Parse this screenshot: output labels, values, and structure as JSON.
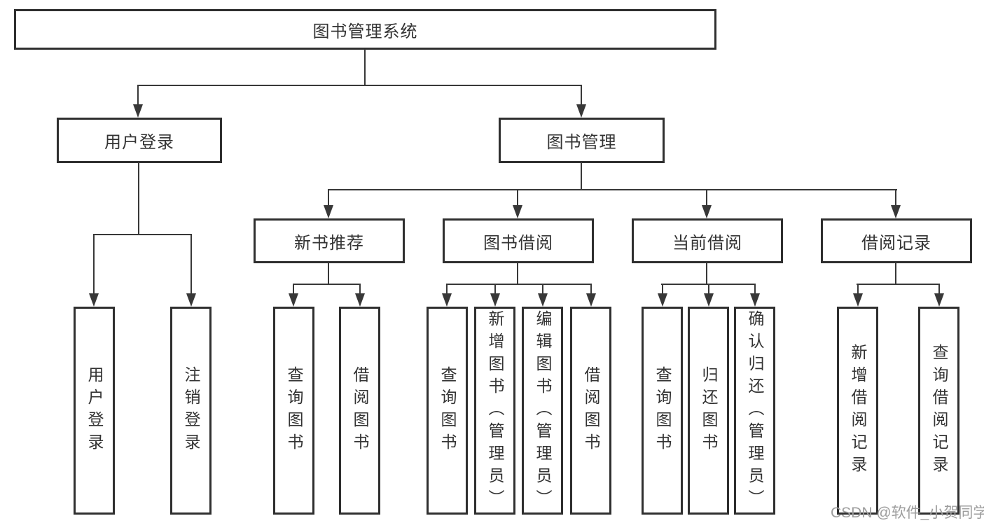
{
  "diagram": {
    "type": "org-tree",
    "root": {
      "label": "图书管理系统"
    },
    "level2": [
      {
        "label": "用户登录"
      },
      {
        "label": "图书管理"
      }
    ],
    "level3": [
      {
        "label": "新书推荐",
        "parent": "图书管理"
      },
      {
        "label": "图书借阅",
        "parent": "图书管理"
      },
      {
        "label": "当前借阅",
        "parent": "图书管理"
      },
      {
        "label": "借阅记录",
        "parent": "图书管理"
      }
    ],
    "leaves": [
      {
        "label": "用户登录",
        "parent": "用户登录"
      },
      {
        "label": "注销登录",
        "parent": "用户登录"
      },
      {
        "label": "查询图书",
        "parent": "新书推荐"
      },
      {
        "label": "借阅图书",
        "parent": "新书推荐"
      },
      {
        "label": "查询图书",
        "parent": "图书借阅"
      },
      {
        "label": "新增图书（管理员）",
        "parent": "图书借阅"
      },
      {
        "label": "编辑图书（管理员）",
        "parent": "图书借阅"
      },
      {
        "label": "借阅图书",
        "parent": "图书借阅"
      },
      {
        "label": "查询图书",
        "parent": "当前借阅"
      },
      {
        "label": "归还图书",
        "parent": "当前借阅"
      },
      {
        "label": "确认归还（管理员）",
        "parent": "当前借阅"
      },
      {
        "label": "新增借阅记录",
        "parent": "借阅记录"
      },
      {
        "label": "查询借阅记录",
        "parent": "借阅记录"
      }
    ]
  },
  "watermark": {
    "text": "CSDN @软件_小贺同学"
  },
  "colors": {
    "line": "#383838",
    "box_border": "#2f2f2f",
    "box_fill": "#ffffff",
    "text": "#333333",
    "watermark": "#9d9d9d",
    "background": "#ffffff"
  }
}
